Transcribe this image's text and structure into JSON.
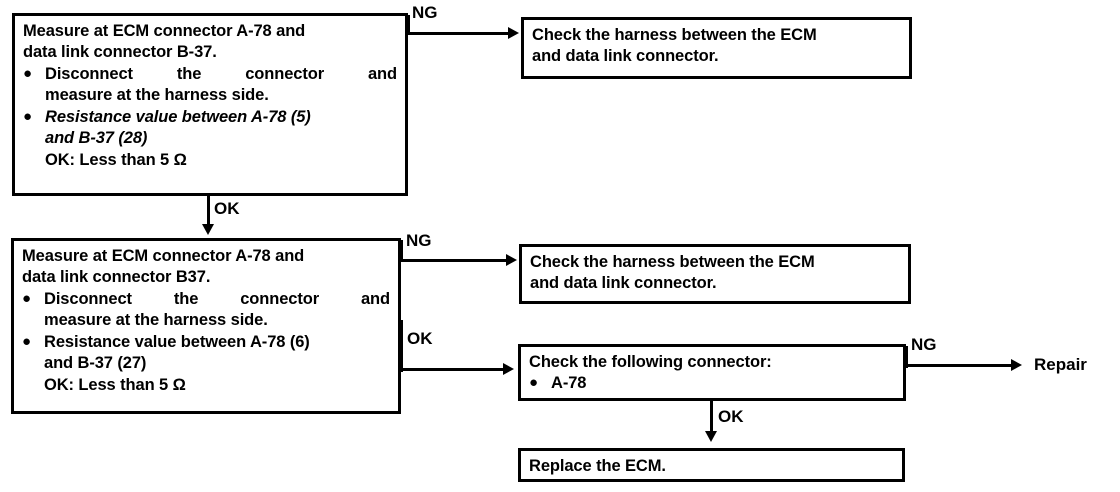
{
  "diagram": {
    "title": "ECM / data link connector resistance diagnostic flowchart",
    "ink_color": "#000000",
    "background_color": "#ffffff"
  },
  "boxes": {
    "measure_1": {
      "heading_line_1": "Measure at ECM connector A-78 and",
      "heading_line_2": "data link connector B-37.",
      "bullet_1_line_1": "Disconnect the connector and",
      "bullet_1_line_2": "measure at the harness side.",
      "bullet_2_line_1": "Resistance value between A-78 (5)",
      "bullet_2_line_2": "and B-37 (28)",
      "bullet_2_line_3": "OK: Less than 5 Ω"
    },
    "measure_2": {
      "heading_line_1": "Measure at ECM connector A-78 and",
      "heading_line_2": "data link connector B37.",
      "bullet_1_line_1": "Disconnect the connector and",
      "bullet_1_line_2": "measure at the harness side.",
      "bullet_2_line_1": "Resistance value between A-78 (6)",
      "bullet_2_line_2": "and B-37 (27)",
      "bullet_2_line_3": "OK: Less than 5 Ω"
    },
    "check_harness_1": {
      "line_1": "Check the harness between the ECM",
      "line_2": "and data link connector."
    },
    "check_harness_2": {
      "line_1": "Check the harness between the ECM",
      "line_2": "and data link connector."
    },
    "check_connector": {
      "line_1": "Check the following connector:",
      "bullet_1": "A-78"
    },
    "replace_ecm": {
      "line_1": "Replace the ECM."
    }
  },
  "edges": {
    "ng_1": "NG",
    "ok_1": "OK",
    "ng_2": "NG",
    "ok_2": "OK",
    "ng_3": "NG",
    "ok_3": "OK"
  },
  "terminals": {
    "repair": "Repair"
  },
  "symbols": {
    "bullet": "●"
  }
}
